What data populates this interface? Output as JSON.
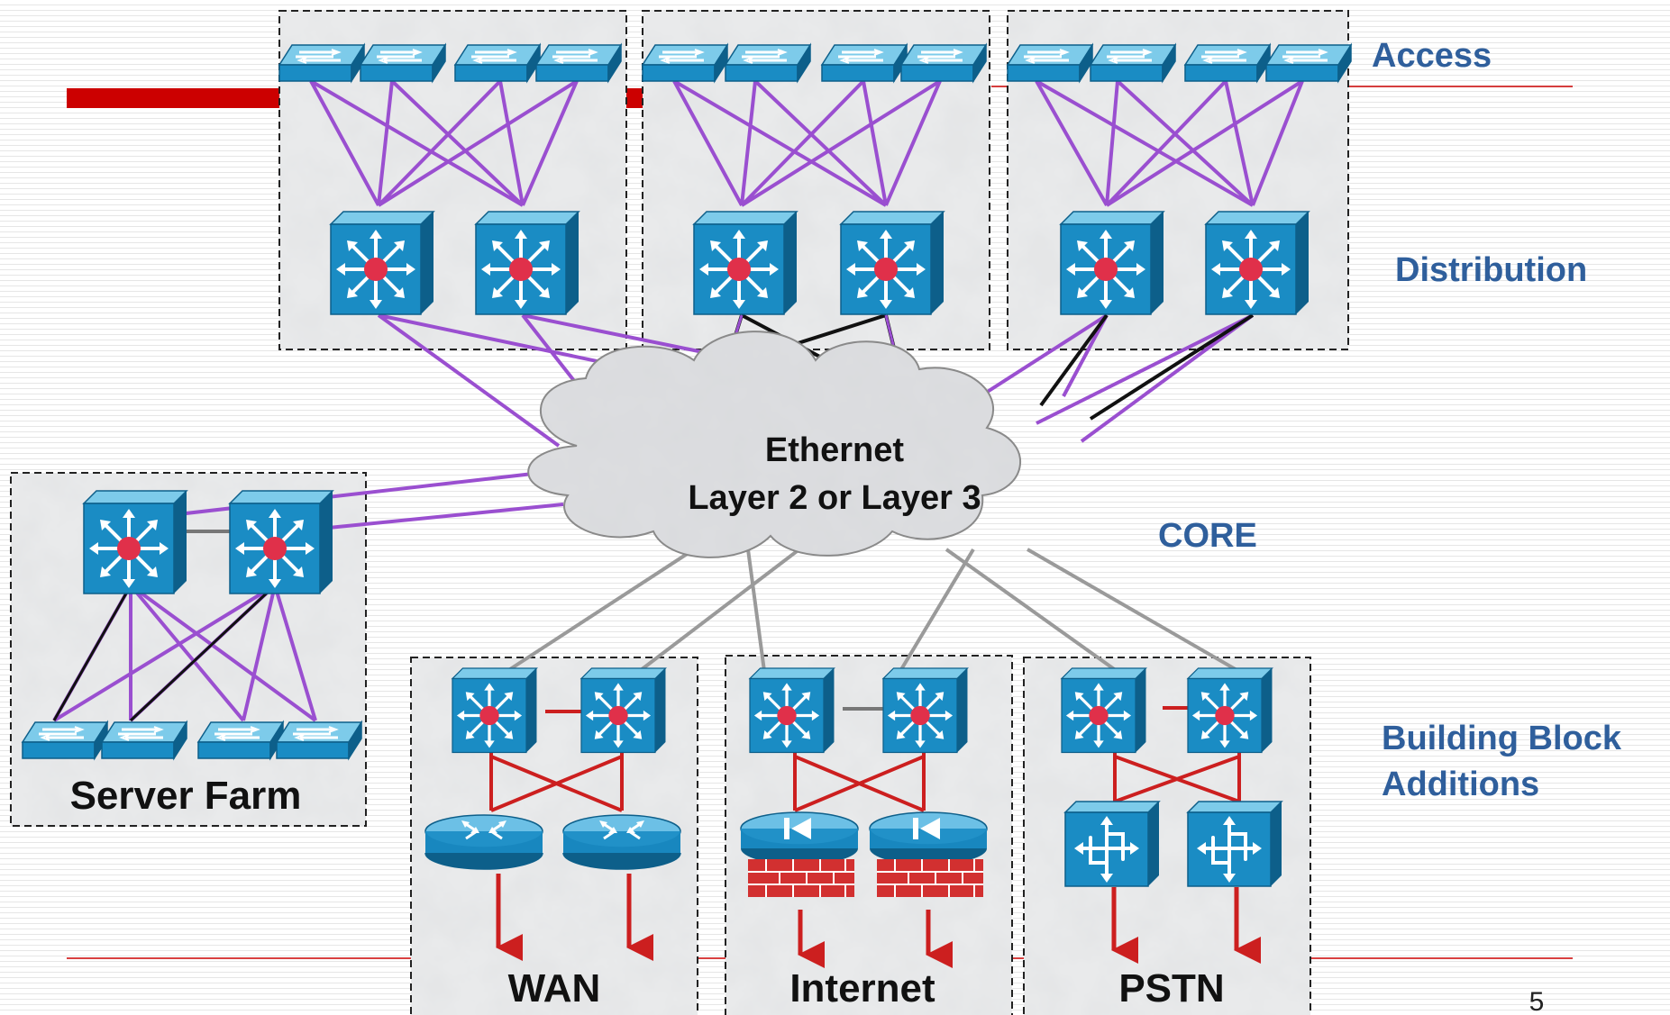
{
  "layers": {
    "access": "Access",
    "distribution": "Distribution",
    "core": "CORE",
    "additions_line1": "Building Block",
    "additions_line2": "Additions"
  },
  "cloud": {
    "line1": "Ethernet",
    "line2": "Layer 2 or Layer 3"
  },
  "blocks": {
    "server_farm": "Server Farm",
    "wan": "WAN",
    "internet": "Internet",
    "pstn": "PSTN"
  },
  "slide": {
    "page_number": "5"
  },
  "colors": {
    "title_bar": "#cc0000",
    "layer_label": "#2f5f9c",
    "device": "#1a8cc4",
    "device_top": "#7dcbea",
    "device_side": "#0d5f8a",
    "hub_dot": "#e0304a",
    "link_purple": "#9a4fd0",
    "link_black": "#111111",
    "link_gray": "#9a9a9a",
    "link_red": "#cc1f1f",
    "firewall": "#d23030"
  },
  "icons": {
    "access_switch": "workgroup-switch-icon",
    "multilayer_switch": "multilayer-switch-icon",
    "router": "router-icon",
    "firewall_router": "pix-firewall-icon",
    "voice_gateway": "voice-switch-icon",
    "cloud": "cloud-icon"
  }
}
